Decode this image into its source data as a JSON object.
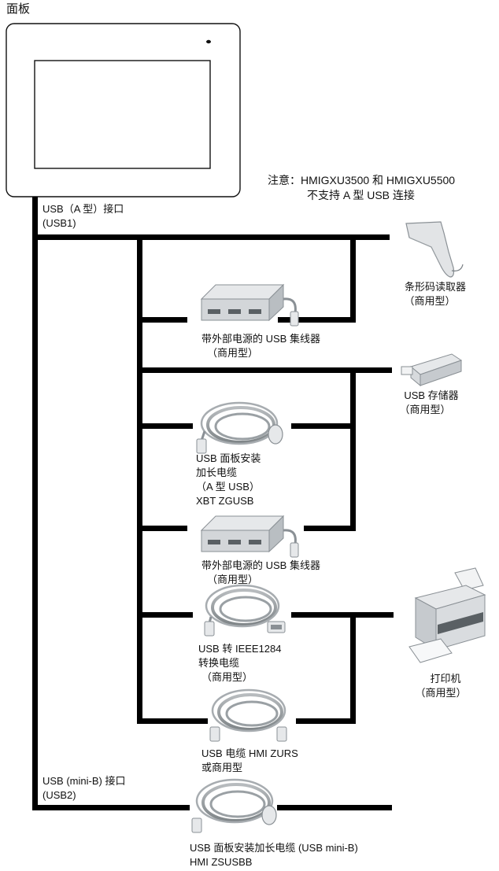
{
  "panel": {
    "title": "面板"
  },
  "note": {
    "line1": "注意：HMIGXU3500 和 HMIGXU5500",
    "line2": "不支持 A 型 USB 连接"
  },
  "ports": {
    "usb_a_line1": "USB（A 型）接口",
    "usb_a_line2": "(USB1)",
    "usb_mini_line1": "USB (mini-B) 接口",
    "usb_mini_line2": "(USB2)"
  },
  "devices": {
    "barcode_line1": "条形码读取器",
    "barcode_line2": "（商用型）",
    "hub1_line1": "带外部电源的 USB 集线器",
    "hub1_line2": "（商用型）",
    "storage_line1": "USB 存储器",
    "storage_line2": "（商用型）",
    "ext_cable_line1": "USB 面板安装",
    "ext_cable_line2": "加长电缆",
    "ext_cable_line3": "（A 型 USB）",
    "ext_cable_line4": "XBT ZGUSB",
    "hub2_line1": "带外部电源的 USB 集线器",
    "hub2_line2": "（商用型）",
    "ieee_line1": "USB 转 IEEE1284",
    "ieee_line2": "转换电缆",
    "ieee_line3": "（商用型）",
    "printer_line1": "打印机",
    "printer_line2": "（商用型）",
    "zurs_line1": "USB 电缆 HMI ZURS",
    "zurs_line2": "或商用型",
    "mini_cable_line1": "USB 面板安装加长电缆 (USB mini-B)",
    "mini_cable_line2": "HMI ZSUSBB"
  }
}
